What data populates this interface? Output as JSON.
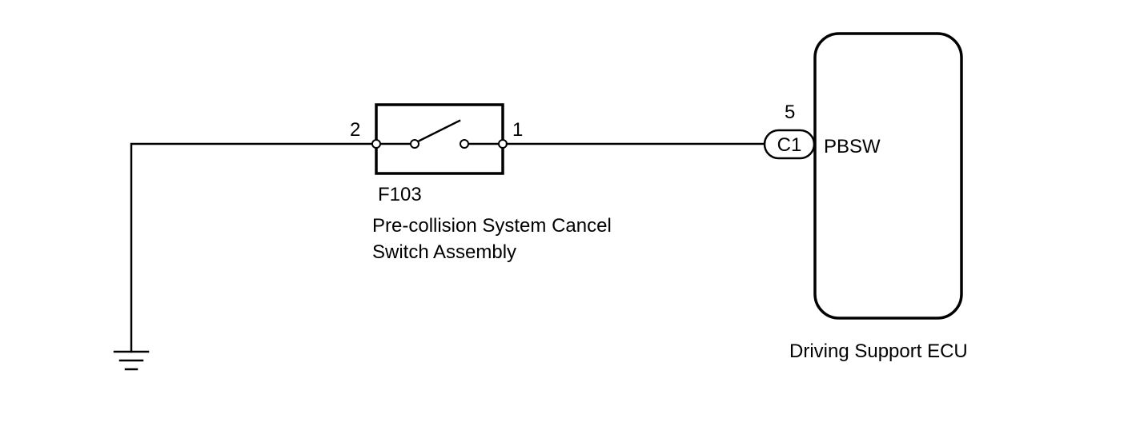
{
  "switch": {
    "pin_left": "2",
    "pin_right": "1",
    "code": "F103",
    "name_line1": "Pre-collision System Cancel",
    "name_line2": "Switch Assembly"
  },
  "connector": {
    "code": "C1",
    "pin": "5"
  },
  "ecu": {
    "terminal": "PBSW",
    "name": "Driving Support ECU"
  },
  "colors": {
    "line": "#000000",
    "background": "#ffffff"
  }
}
